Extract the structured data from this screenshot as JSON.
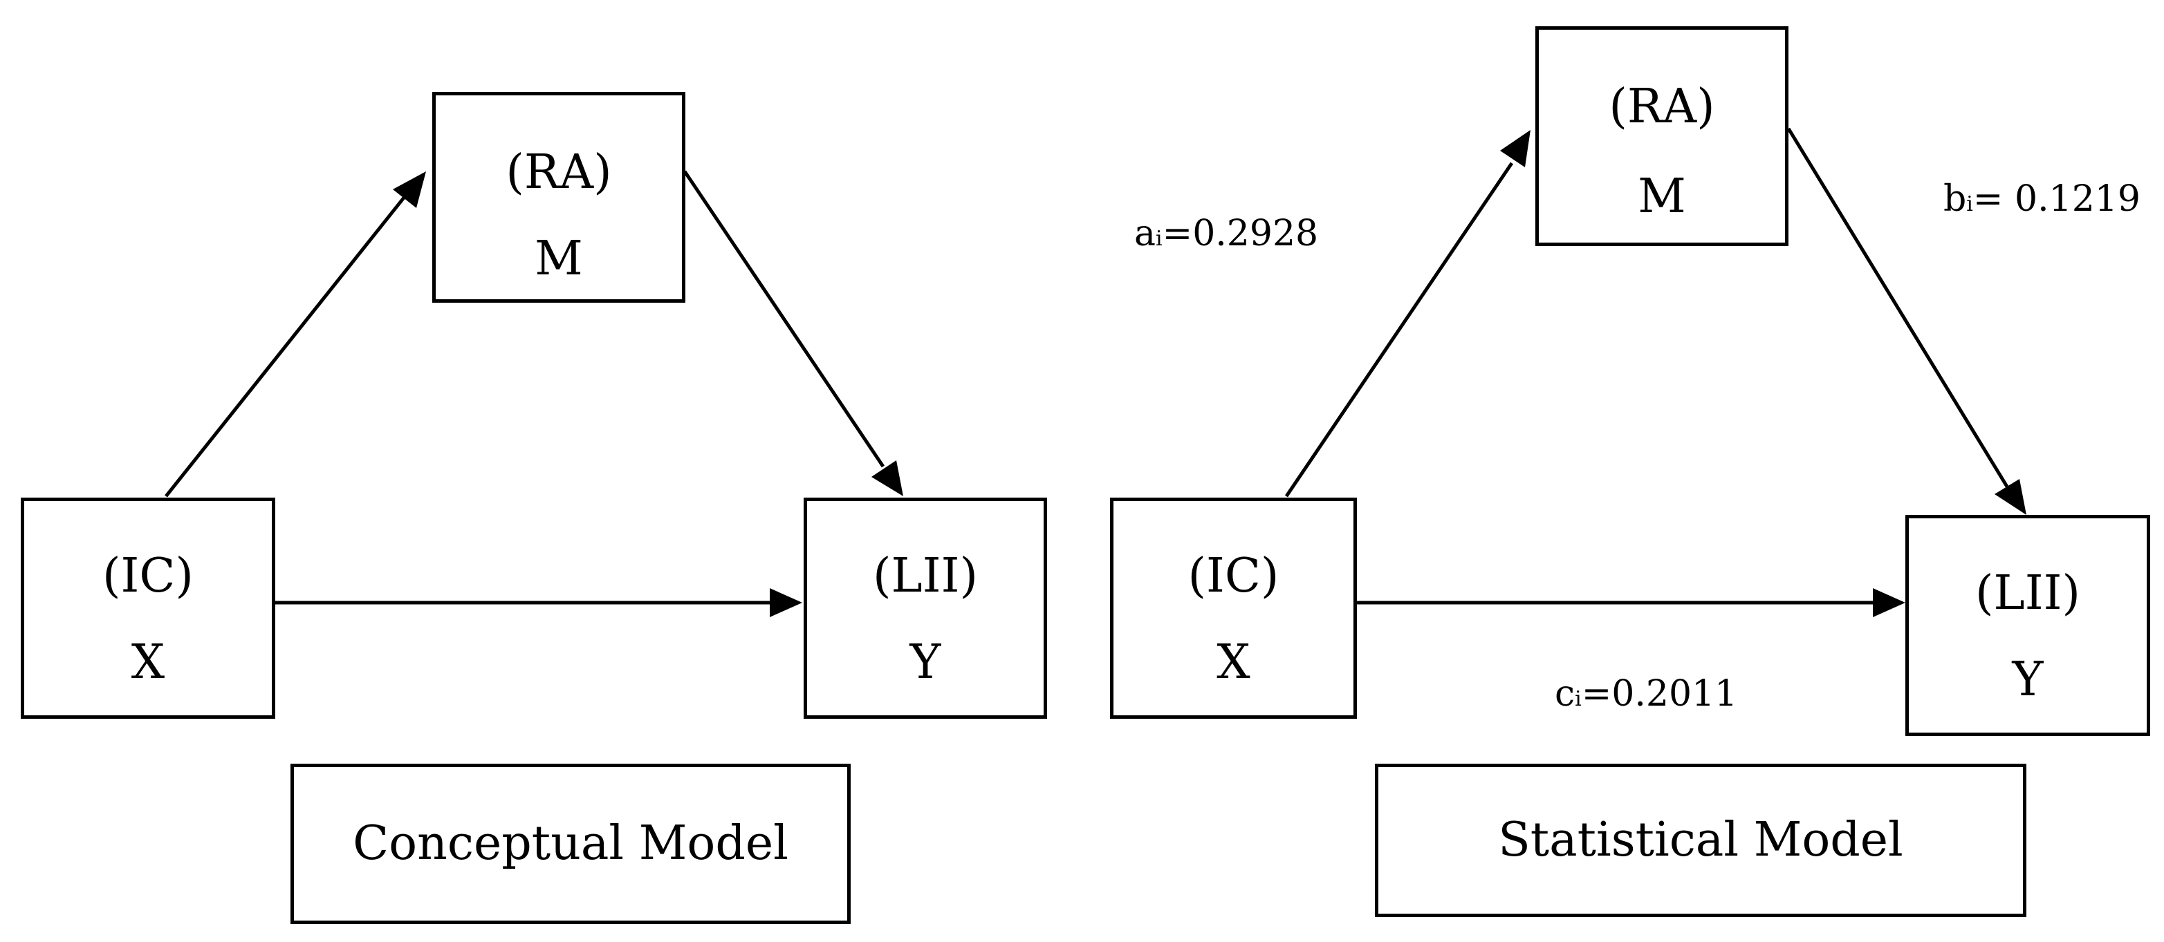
{
  "conceptual": {
    "m_box": {
      "top": "(RA)",
      "bottom": "M"
    },
    "x_box": {
      "top": "(IC)",
      "bottom": "X"
    },
    "y_box": {
      "top": "(LII)",
      "bottom": "Y"
    },
    "caption": "Conceptual Model"
  },
  "statistical": {
    "m_box": {
      "top": "(RA)",
      "bottom": "M"
    },
    "x_box": {
      "top": "(IC)",
      "bottom": "X"
    },
    "y_box": {
      "top": "(LII)",
      "bottom": "Y"
    },
    "caption": "Statistical Model",
    "coef_a": {
      "symbol": "a",
      "sub": "i",
      "rest": "=0.2928"
    },
    "coef_b": {
      "symbol": "b",
      "sub": "i",
      "rest": "= 0.1219"
    },
    "coef_c": {
      "symbol": "c",
      "sub": "i",
      "rest": "=0.2011"
    }
  },
  "colors": {
    "stroke": "#000000",
    "background": "#ffffff"
  }
}
